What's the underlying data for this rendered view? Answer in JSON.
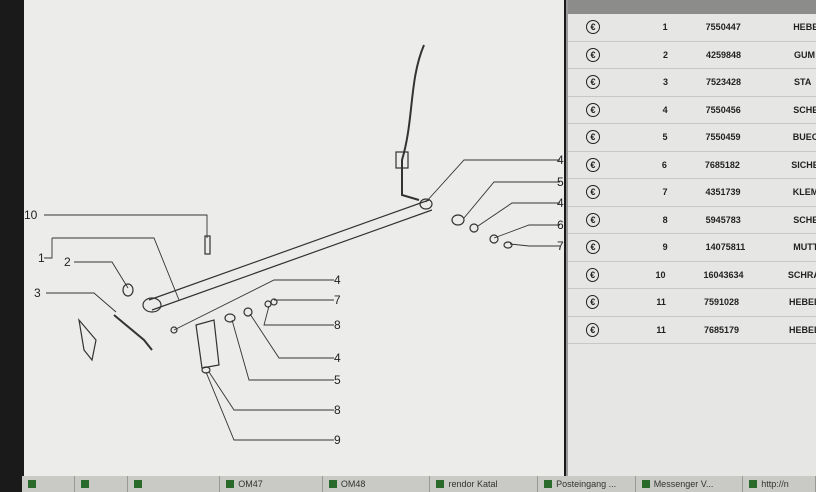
{
  "diagram": {
    "callouts": [
      "10",
      "1",
      "2",
      "3",
      "4",
      "5",
      "4",
      "6",
      "7",
      "4",
      "7",
      "8",
      "4",
      "5",
      "8",
      "9"
    ]
  },
  "parts_table": {
    "rows": [
      {
        "icon": "euro-icon",
        "pos": "1",
        "part": "7550447",
        "desc": "HEBE"
      },
      {
        "icon": "euro-icon",
        "pos": "2",
        "part": "4259848",
        "desc": "GUM"
      },
      {
        "icon": "euro-icon",
        "pos": "3",
        "part": "7523428",
        "desc": "STA"
      },
      {
        "icon": "euro-icon",
        "pos": "4",
        "part": "7550456",
        "desc": "SCHE"
      },
      {
        "icon": "euro-icon",
        "pos": "5",
        "part": "7550459",
        "desc": "BUEC"
      },
      {
        "icon": "euro-icon",
        "pos": "6",
        "part": "7685182",
        "desc": "SICHE"
      },
      {
        "icon": "euro-icon",
        "pos": "7",
        "part": "4351739",
        "desc": "KLEM"
      },
      {
        "icon": "euro-icon",
        "pos": "8",
        "part": "5945783",
        "desc": "SCHE"
      },
      {
        "icon": "euro-icon",
        "pos": "9",
        "part": "14075811",
        "desc": "MUTT"
      },
      {
        "icon": "euro-icon",
        "pos": "10",
        "part": "16043634",
        "desc": "SCHRA"
      },
      {
        "icon": "euro-icon",
        "pos": "11",
        "part": "7591028",
        "desc": "HEBEL"
      },
      {
        "icon": "euro-icon",
        "pos": "11",
        "part": "7685179",
        "desc": "HEBEL"
      }
    ]
  },
  "taskbar": {
    "items": [
      "",
      "",
      "",
      "OM47",
      "OM48",
      "rendor Katal",
      "Posteingang ...",
      "Messenger V...",
      "http://n"
    ]
  }
}
